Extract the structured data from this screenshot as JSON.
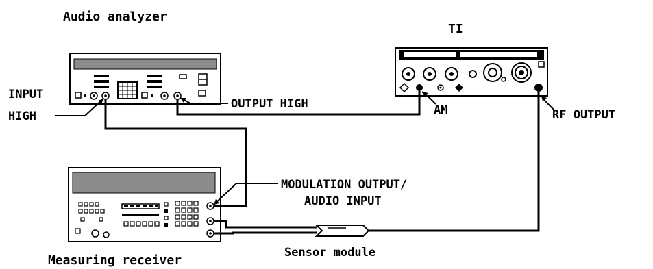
{
  "colors": {
    "ink": "#000000",
    "background": "#ffffff",
    "display_fill": "#8c8c8c"
  },
  "devices": {
    "audio_analyzer": {
      "name": "Audio analyzer",
      "ports": {
        "input_high": [
          "INPUT",
          "HIGH"
        ],
        "output_high": "OUTPUT HIGH"
      }
    },
    "ti": {
      "name": "TI",
      "ports": {
        "am": "AM",
        "rf_output": "RF OUTPUT"
      }
    },
    "measuring_receiver": {
      "name": "Measuring receiver",
      "ports": {
        "modulation_output": [
          "MODULATION OUTPUT/",
          "AUDIO INPUT"
        ]
      }
    },
    "sensor_module": {
      "name": "Sensor module"
    }
  }
}
